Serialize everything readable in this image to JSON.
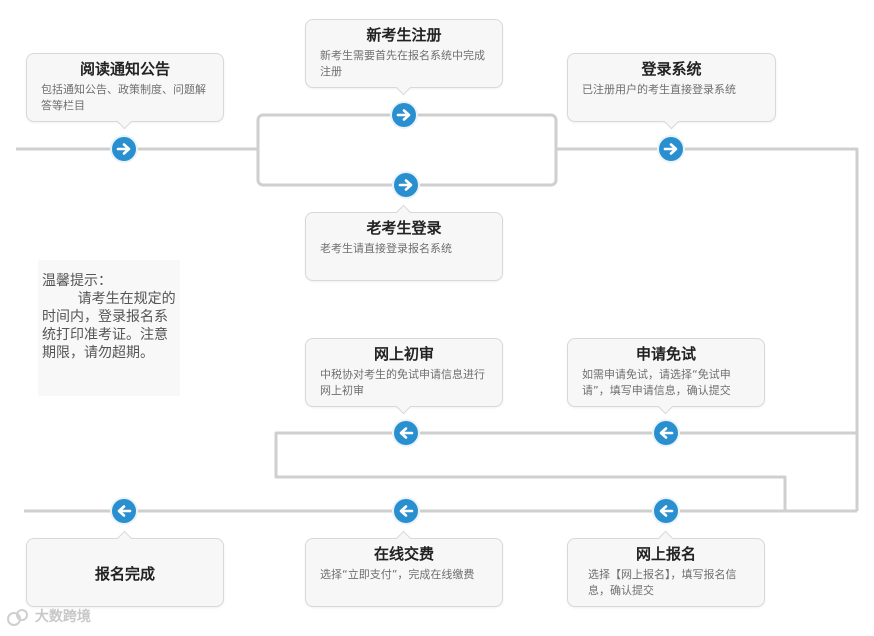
{
  "steps": {
    "read_notice": {
      "title": "阅读通知公告",
      "desc": "包括通知公告、政策制度、问题解答等栏目"
    },
    "new_register": {
      "title": "新考生注册",
      "desc": "新考生需要首先在报名系统中完成注册"
    },
    "old_login": {
      "title": "老考生登录",
      "desc": "老考生请直接登录报名系统"
    },
    "login_system": {
      "title": "登录系统",
      "desc": "已注册用户的考生直接登录系统"
    },
    "online_review": {
      "title": "网上初审",
      "desc": "中税协对考生的免试申请信息进行网上初审"
    },
    "apply_exempt": {
      "title": "申请免试",
      "desc": "如需申请免试，请选择“免试申请”，填写申请信息，确认提交"
    },
    "online_signup": {
      "title": "网上报名",
      "desc": "选择【网上报名】，填写报名信息，确认提交"
    },
    "online_pay": {
      "title": "在线交费",
      "desc": "选择“立即支付”，完成在线缴费"
    },
    "signup_done": {
      "title": "报名完成"
    }
  },
  "tip": {
    "text": "温馨提示：\n        请考生在规定的时间内，登录报名系统打印准考证。注意期限，请勿超期。"
  },
  "watermark": {
    "text": "大数跨境"
  },
  "colors": {
    "node": "#2a8fcf",
    "line": "#cfcfcf",
    "card_bg": "#f7f7f7",
    "card_border": "#d8d8d8"
  }
}
